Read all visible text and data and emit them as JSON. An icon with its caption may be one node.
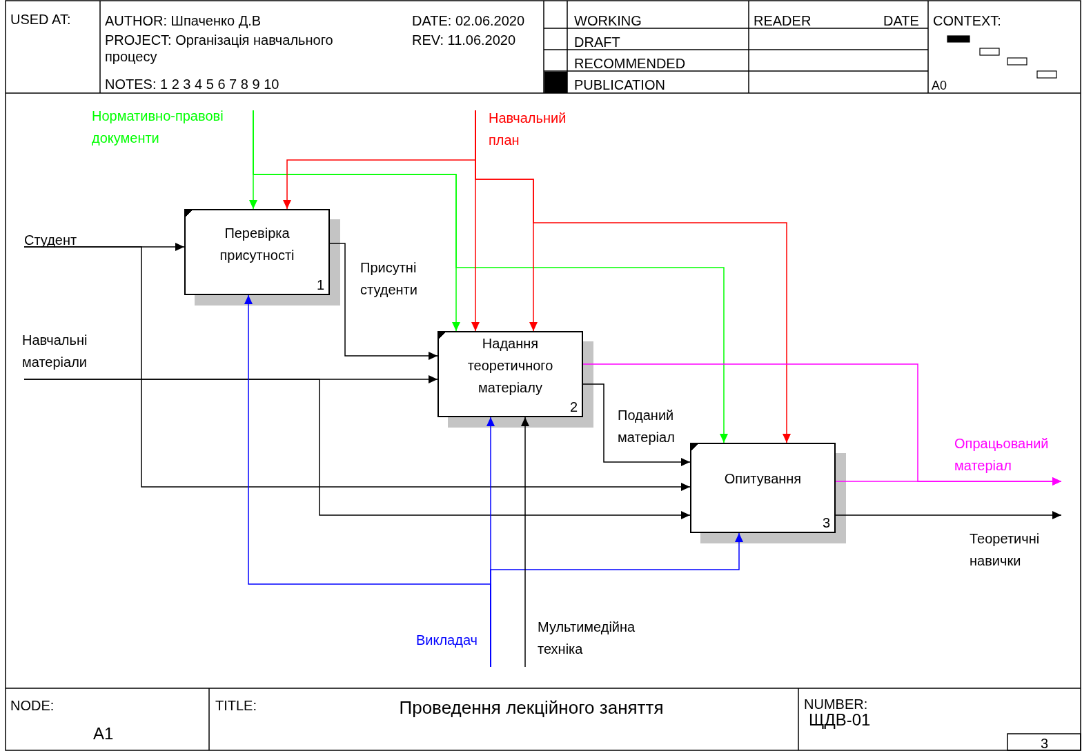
{
  "diagram": {
    "title": "Проведення лекційного заняття",
    "nodes": [
      {
        "text": [
          "Перевірка присутності",
          "1"
        ]
      },
      {
        "text": [
          "Надання теоретичного матеріалу",
          "2"
        ]
      },
      {
        "text": [
          "Опитування",
          "3"
        ]
      },
      {
        "text": [
          "Студент"
        ]
      },
      {
        "text": [
          "Навчальні матеріали"
        ]
      },
      {
        "text": [
          "Нормативно-правові документи"
        ]
      },
      {
        "text": [
          "Навчальний план"
        ]
      },
      {
        "text": [
          "Викладач"
        ]
      },
      {
        "text": [
          "Мультимедійна техніка"
        ]
      },
      {
        "text": [
          "Опрацьований матеріал"
        ]
      },
      {
        "text": [
          "Теоретичні навички"
        ]
      }
    ],
    "edges": [
      {
        "from": 3,
        "to": 0,
        "arrow": "to"
      },
      {
        "from": 3,
        "to": 2,
        "arrow": "to"
      },
      {
        "from": 4,
        "to": 1,
        "arrow": "to"
      },
      {
        "from": 4,
        "to": 2,
        "arrow": "to"
      },
      {
        "from": 5,
        "to": 0,
        "arrow": "to",
        "color": "#00ff00"
      },
      {
        "from": 5,
        "to": 1,
        "arrow": "to",
        "color": "#00ff00"
      },
      {
        "from": 5,
        "to": 2,
        "arrow": "to",
        "color": "#00ff00"
      },
      {
        "from": 6,
        "to": 0,
        "arrow": "to",
        "color": "#ff0000"
      },
      {
        "from": 6,
        "to": 1,
        "arrow": "to",
        "color": "#ff0000"
      },
      {
        "from": 6,
        "to": 1,
        "arrow": "to",
        "color": "#ff0000"
      },
      {
        "from": 6,
        "to": 2,
        "arrow": "to",
        "color": "#ff0000"
      },
      {
        "from": 0,
        "to": 1,
        "arrow": "to",
        "label": "Присутні студенти"
      },
      {
        "from": 1,
        "to": 2,
        "arrow": "to",
        "label": "Поданий матеріал"
      },
      {
        "from": 1,
        "to": 9,
        "arrow": "to",
        "color": "#ff00ff"
      },
      {
        "from": 2,
        "to": 9,
        "arrow": "to",
        "color": "#ff00ff"
      },
      {
        "from": 2,
        "to": 10,
        "arrow": "to"
      },
      {
        "from": 7,
        "to": 0,
        "arrow": "to",
        "color": "#0000ff"
      },
      {
        "from": 7,
        "to": 1,
        "arrow": "to",
        "color": "#0000ff"
      },
      {
        "from": 7,
        "to": 2,
        "arrow": "to",
        "color": "#0000ff"
      },
      {
        "from": 8,
        "to": 1,
        "arrow": "to"
      }
    ],
    "labels": [
      "USED AT:",
      "AUTHOR: Шпаченко Д.В",
      "DATE: 02.06.2020",
      "PROJECT: Організація навчального процесу",
      "REV: 11.06.2020",
      "NOTES: 1 2 3 4 5 6 7 8 9 10",
      "WORKING",
      "DRAFT",
      "RECOMMENDED",
      "PUBLICATION",
      "READER",
      "DATE",
      "CONTEXT:",
      "A0",
      "NODE:",
      "A1",
      "TITLE:",
      "NUMBER:",
      "ЩДВ-01",
      "3"
    ]
  }
}
